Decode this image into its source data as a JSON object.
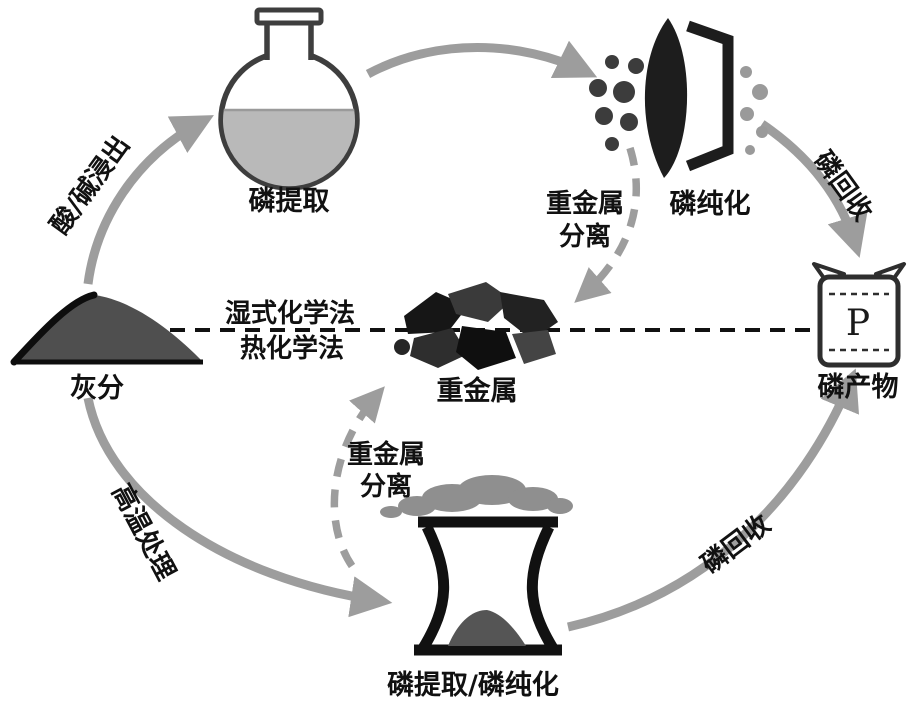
{
  "diagram": {
    "nodes": {
      "flask": {
        "label": "磷提取"
      },
      "purifier": {
        "label": "磷纯化"
      },
      "ash": {
        "label": "灰分"
      },
      "heavy_metal": {
        "label": "重金属"
      },
      "product": {
        "label": "磷产物",
        "bag_letter": "P"
      },
      "furnace": {
        "label": "磷提取/磷纯化"
      }
    },
    "edges": {
      "acid_leach": {
        "label": "酸/碱浸出"
      },
      "recovery_top": {
        "label": "磷回收"
      },
      "recovery_bottom": {
        "label": "磷回收"
      },
      "separation_top": {
        "line1": "重金属",
        "line2": "分离"
      },
      "separation_bottom": {
        "line1": "重金属",
        "line2": "分离"
      },
      "high_temp": {
        "label": "高温处理"
      }
    },
    "divider": {
      "above": "湿式化学法",
      "below": "热化学法"
    },
    "colors": {
      "arrow": "#9d9d9d",
      "outline": "#2e2e2e",
      "black": "#151515",
      "ash_fill": "#4f4f4f",
      "liquid": "#b9b9b9",
      "smoke": "#8f8f8f",
      "light_dots": "#9a9a9a",
      "background": "#ffffff"
    }
  }
}
